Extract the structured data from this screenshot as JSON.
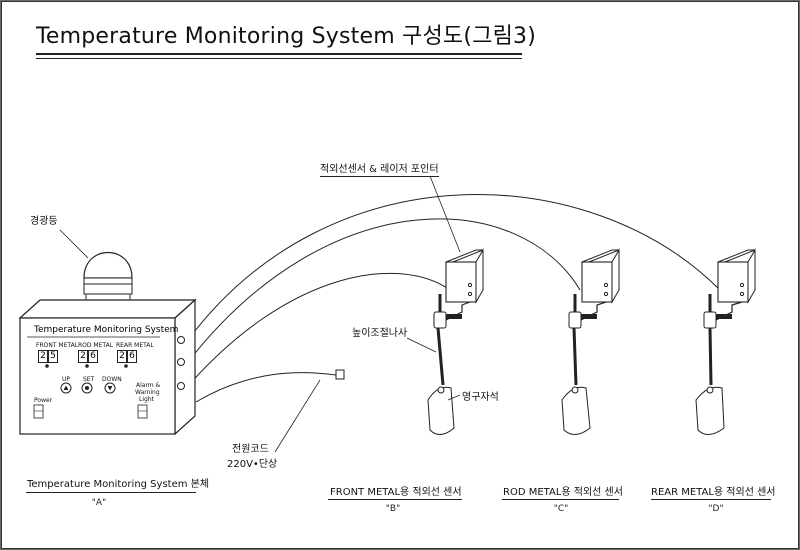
{
  "title": "Temperature Monitoring System 구성도(그림3)",
  "labels": {
    "warning_light": "경광등",
    "sensor_pointer": "적외선센서 & 레이저 포인터",
    "height_screw": "높이조절나사",
    "magnet": "영구자석",
    "power_cord_line1": "전원코드",
    "power_cord_line2": "220V•단상"
  },
  "panel": {
    "title": "Temperature Monitoring System",
    "front_metal_label": "FRONT METAL",
    "rod_metal_label": "ROD METAL",
    "rear_metal_label": "REAR METAL",
    "front_value_d1": "2",
    "front_value_d2": "5",
    "rod_value_d1": "2",
    "rod_value_d2": "6",
    "rear_value_d1": "2",
    "rear_value_d2": "6",
    "up_label": "UP",
    "set_label": "SET",
    "down_label": "DOWN",
    "power_label": "Power",
    "alarm_label_1": "Alarm &",
    "alarm_label_2": "Warning",
    "alarm_label_3": "Light"
  },
  "captions": {
    "a_title": "Temperature Monitoring System 본체",
    "a_code": "\"A\"",
    "b_title": "FRONT METAL용 적외선 센서",
    "b_code": "\"B\"",
    "c_title": "ROD METAL용 적외선 센서",
    "c_code": "\"C\"",
    "d_title": "REAR METAL용 적외선 센서",
    "d_code": "\"D\""
  }
}
